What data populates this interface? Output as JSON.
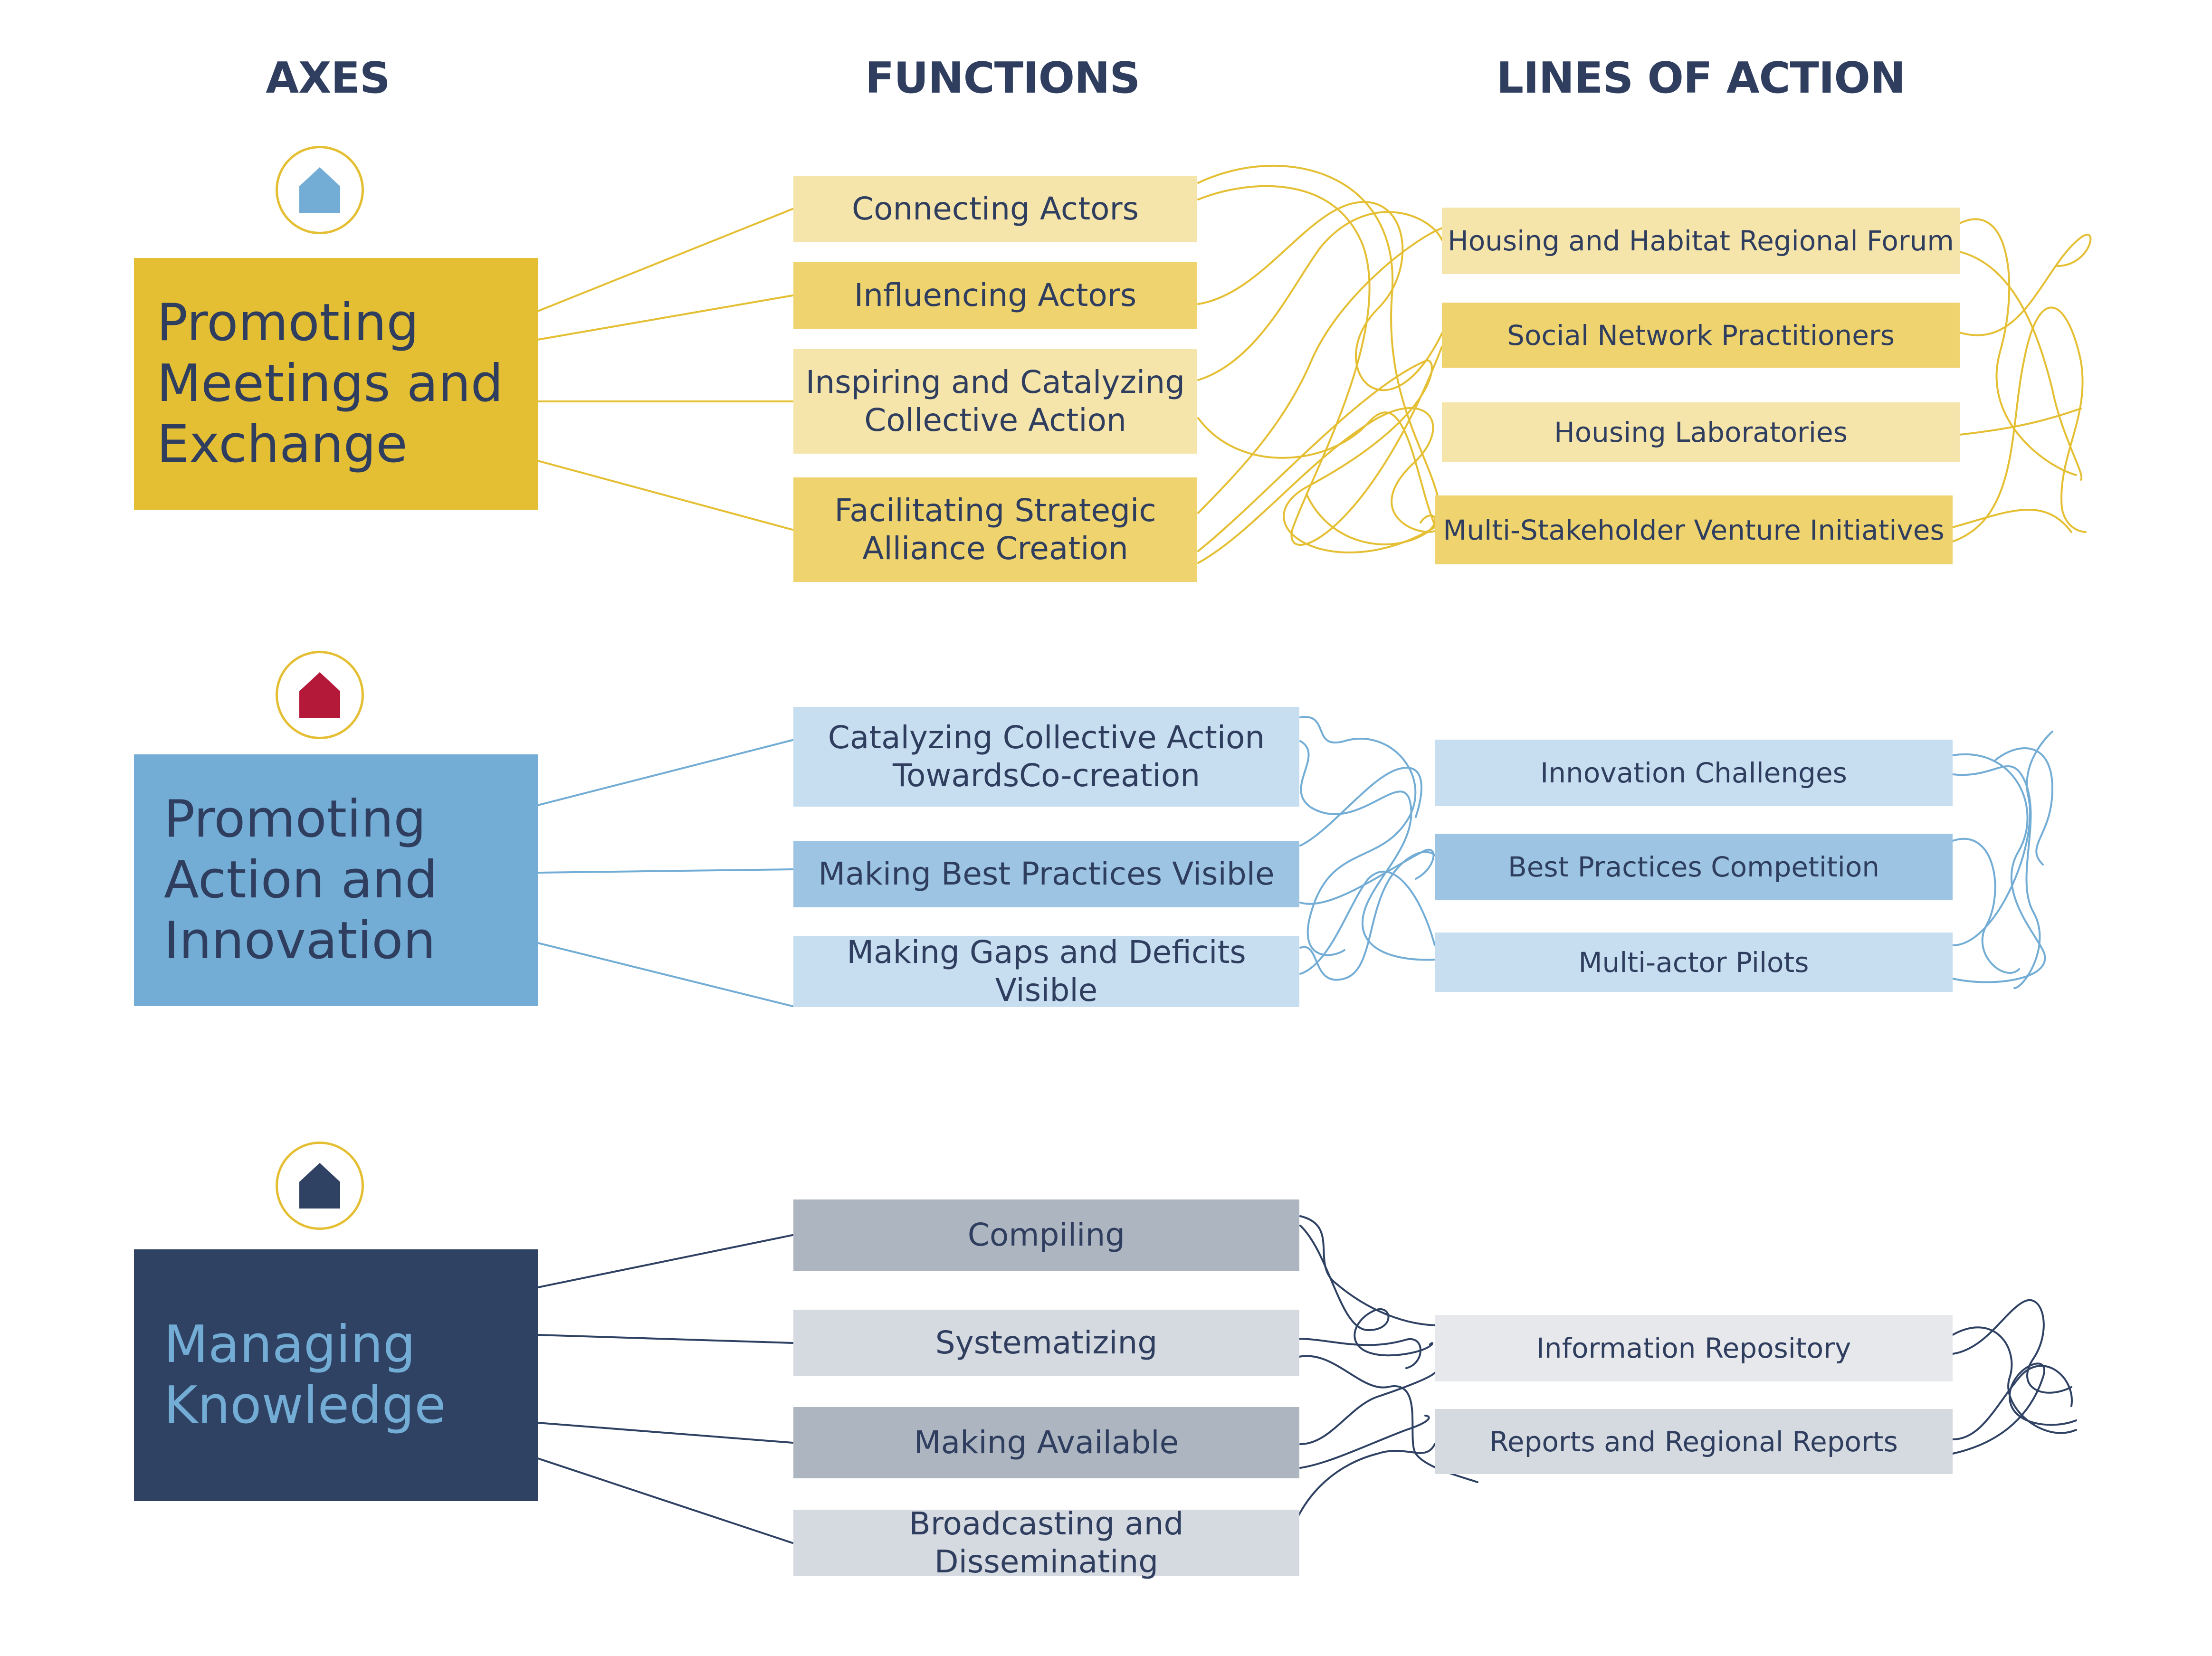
{
  "headers": {
    "axes": "AXES",
    "functions": "FUNCTIONS",
    "lines": "LINES OF ACTION"
  },
  "colors": {
    "heading": "#2f3e5f",
    "ring": "#e5bf33",
    "yellow_axis": "#e5bf33",
    "yellow_light": "#f6e5ab",
    "yellow_mid": "#efd36e",
    "yellow_wire": "#e5bf33",
    "blue_axis": "#73add5",
    "blue_light": "#c7def0",
    "blue_mid": "#9dc5e3",
    "blue_wire": "#73add5",
    "navy_axis": "#2f4263",
    "navy_text": "#73add5",
    "gray_mid": "#adb5c1",
    "gray_light": "#d5d9e0",
    "gray_lighter": "#e6e8ec",
    "navy_wire": "#2f4263",
    "house_blue": "#73add5",
    "house_red": "#b5193a",
    "house_navy": "#2f4263"
  },
  "sections": [
    {
      "id": "meetings",
      "icon": "house-icon",
      "axis": "Promoting\nMeetings and\nExchange",
      "functions": [
        "Connecting Actors",
        "Influencing Actors",
        "Inspiring and Catalyzing\nCollective Action",
        "Facilitating Strategic\nAlliance Creation"
      ],
      "lines": [
        "Housing and Habitat Regional Forum",
        "Social Network Practitioners",
        "Housing Laboratories",
        "Multi-Stakeholder Venture Initiatives"
      ]
    },
    {
      "id": "innovation",
      "icon": "house-icon",
      "axis": "Promoting\nAction and\nInnovation",
      "functions": [
        "Catalyzing Collective Action\nTowardsCo-creation",
        "Making Best Practices Visible",
        "Making Gaps and Deficits Visible"
      ],
      "lines": [
        "Innovation Challenges",
        "Best Practices Competition",
        "Multi-actor Pilots"
      ]
    },
    {
      "id": "knowledge",
      "icon": "house-icon",
      "axis": "Managing\nKnowledge",
      "functions": [
        "Compiling",
        "Systematizing",
        "Making Available",
        "Broadcasting and Disseminating"
      ],
      "lines": [
        "Information Repository",
        "Reports and Regional Reports"
      ]
    }
  ]
}
